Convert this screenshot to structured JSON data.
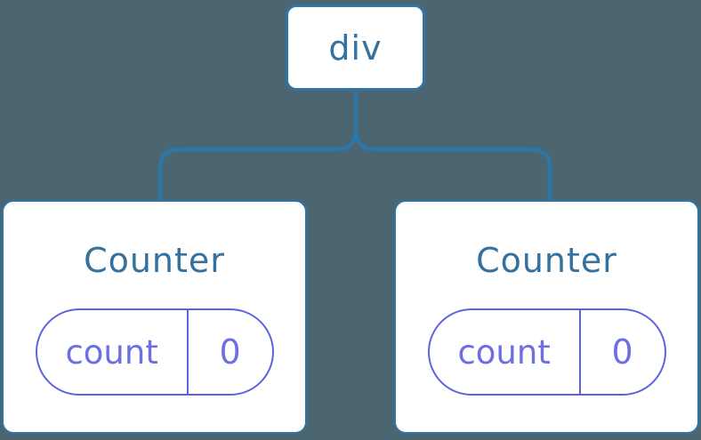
{
  "colors": {
    "bg": "#4b6671",
    "line": "#2e76a6",
    "node-text": "#35719e",
    "purple": "#5d63de",
    "purple-text": "#6c6fe4",
    "card-bg": "#ffffff"
  },
  "tree": {
    "root": {
      "label": "div"
    },
    "children": [
      {
        "title": "Counter",
        "state": {
          "key": "count",
          "value": "0"
        }
      },
      {
        "title": "Counter",
        "state": {
          "key": "count",
          "value": "0"
        }
      }
    ]
  }
}
